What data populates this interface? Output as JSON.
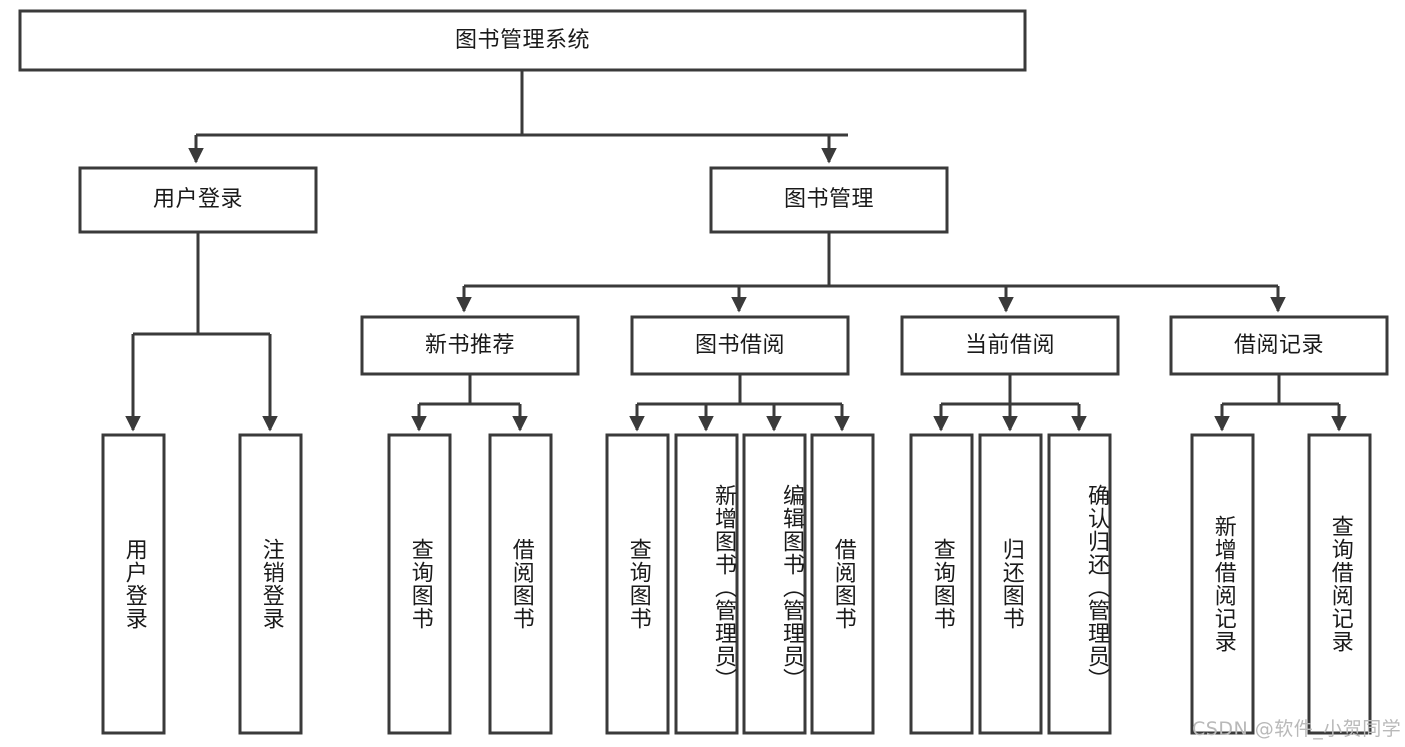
{
  "diagram": {
    "type": "tree",
    "title": "图书管理系统",
    "root": {
      "id": "root",
      "label": "图书管理系统"
    },
    "level2": [
      {
        "id": "user-login",
        "label": "用户登录"
      },
      {
        "id": "book-manage",
        "label": "图书管理"
      }
    ],
    "level3": [
      {
        "id": "new-book-rec",
        "label": "新书推荐"
      },
      {
        "id": "book-borrow",
        "label": "图书借阅"
      },
      {
        "id": "current-borrow",
        "label": "当前借阅"
      },
      {
        "id": "borrow-record",
        "label": "借阅记录"
      }
    ],
    "leaves": {
      "user_login": [
        {
          "id": "leaf-user-login",
          "label": "用户登录",
          "align": "center"
        },
        {
          "id": "leaf-user-logout",
          "label": "注销登录",
          "align": "center"
        }
      ],
      "new_book_rec": [
        {
          "id": "leaf-query-book-1",
          "label": "查询图书",
          "align": "center"
        },
        {
          "id": "leaf-borrow-book-1",
          "label": "借阅图书",
          "align": "center"
        }
      ],
      "book_borrow": [
        {
          "id": "leaf-query-book-2",
          "label": "查询图书",
          "align": "center"
        },
        {
          "id": "leaf-add-book",
          "label": "新增图书（管理员）",
          "align": "top"
        },
        {
          "id": "leaf-edit-book",
          "label": "编辑图书（管理员）",
          "align": "top"
        },
        {
          "id": "leaf-borrow-book-2",
          "label": "借阅图书",
          "align": "center"
        }
      ],
      "current_borrow": [
        {
          "id": "leaf-query-book-3",
          "label": "查询图书",
          "align": "center"
        },
        {
          "id": "leaf-return-book",
          "label": "归还图书",
          "align": "center"
        },
        {
          "id": "leaf-confirm-return",
          "label": "确认归还（管理员）",
          "align": "top"
        }
      ],
      "borrow_record": [
        {
          "id": "leaf-add-record",
          "label": "新增借阅记录",
          "align": "center"
        },
        {
          "id": "leaf-query-record",
          "label": "查询借阅记录",
          "align": "center"
        }
      ]
    },
    "watermark": "CSDN @软件_小贺同学",
    "colors": {
      "stroke": "#3a3a3a",
      "box_fill": "#ffffff",
      "text": "#1a1a1a",
      "watermark": "#b9b9b9",
      "background": "#ffffff"
    }
  }
}
